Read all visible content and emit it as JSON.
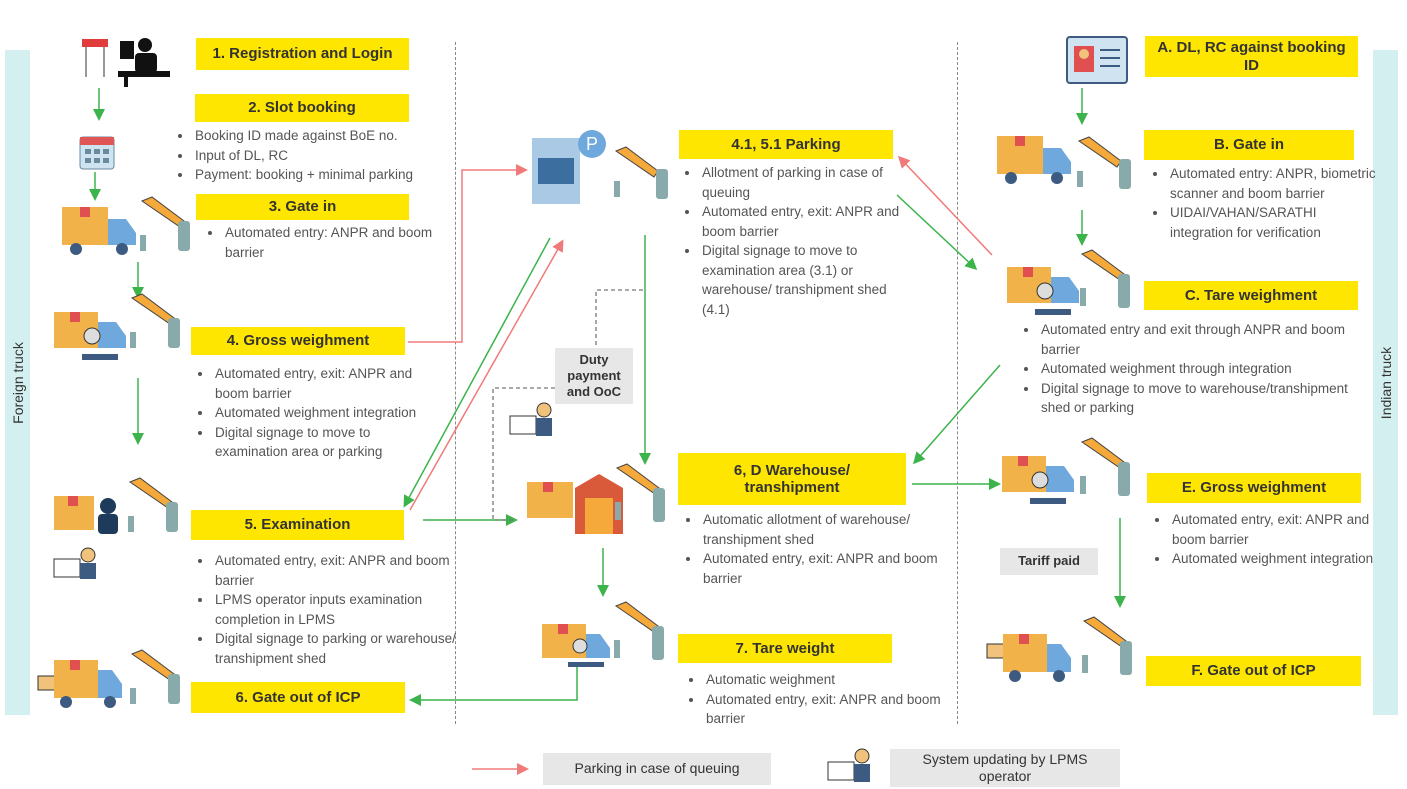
{
  "side": {
    "left_label": "Foreign truck",
    "right_label": "Indian truck"
  },
  "foreign": {
    "step1": "1. Registration and Login",
    "step2": "2. Slot booking",
    "step2_bullets": [
      "Booking ID made against BoE no.",
      "Input of DL, RC",
      "Payment: booking + minimal parking"
    ],
    "step3": "3. Gate in",
    "step3_bullets": [
      "Automated entry: ANPR and boom barrier"
    ],
    "step4": "4. Gross weighment",
    "step4_bullets": [
      "Automated entry, exit: ANPR and boom barrier",
      "Automated weighment integration",
      "Digital signage to move to examination area or parking"
    ],
    "step5": "5. Examination",
    "step5_bullets": [
      "Automated entry, exit: ANPR and boom barrier",
      "LPMS operator inputs examination completion in LPMS",
      "Digital signage to parking or warehouse/ transhipment shed"
    ],
    "step6": "6. Gate out of ICP"
  },
  "middle": {
    "parking": "4.1, 5.1 Parking",
    "parking_bullets": [
      "Allotment of parking in case of queuing",
      "Automated entry, exit: ANPR and boom barrier",
      "Digital signage to move to examination area (3.1) or warehouse/ transhipment shed (4.1)"
    ],
    "duty": "Duty payment and OoC",
    "warehouse": "6, D Warehouse/ transhipment",
    "warehouse_bullets": [
      "Automatic allotment of warehouse/ transhipment shed",
      "Automated entry, exit: ANPR and boom barrier"
    ],
    "tare": "7. Tare weight",
    "tare_bullets": [
      "Automatic weighment",
      "Automated entry, exit: ANPR and boom barrier"
    ]
  },
  "indian": {
    "stepA": "A. DL, RC against booking ID",
    "stepB": "B. Gate in",
    "stepB_bullets": [
      "Automated entry: ANPR, biometric scanner and boom barrier",
      "UIDAI/VAHAN/SARATHI integration for verification"
    ],
    "stepC": "C. Tare weighment",
    "stepC_bullets": [
      "Automated entry and exit through ANPR and boom barrier",
      "Automated weighment through integration",
      "Digital signage to move to warehouse/transhipment shed or parking"
    ],
    "stepE": "E. Gross weighment",
    "stepE_bullets": [
      "Automated entry, exit: ANPR and boom barrier",
      "Automated weighment integration"
    ],
    "tariff": "Tariff paid",
    "stepF": "F. Gate out of ICP"
  },
  "legend": {
    "parking_queue": "Parking in case of queuing",
    "lpms": "System updating by LPMS operator"
  },
  "colors": {
    "yellow": "#ffe600",
    "green_arrow": "#3cb44b",
    "red_arrow": "#f07a7a",
    "side_band": "#d4efef",
    "gray_box": "#e7e7e7"
  }
}
